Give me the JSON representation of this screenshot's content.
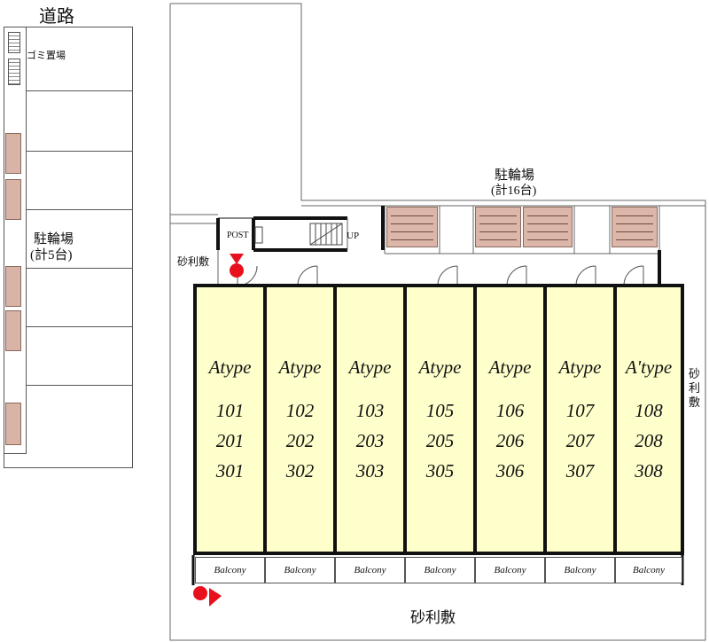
{
  "left_area": {
    "road_label": "道路",
    "garbage_label": "ゴミ置場",
    "bike_parking_label": "駐輪場",
    "bike_parking_count": "(計5台)"
  },
  "upper_area": {
    "bike_parking_label": "駐輪場",
    "bike_parking_count": "(計16台)",
    "post_label": "POST",
    "stairs_label": "UP",
    "gravel_left": "砂利敷",
    "gravel_right": "砂利敷",
    "gravel_bottom": "砂利敷"
  },
  "units": [
    {
      "type": "Atype",
      "rooms": [
        "101",
        "201",
        "301"
      ],
      "balcony": "Balcony"
    },
    {
      "type": "Atype",
      "rooms": [
        "102",
        "202",
        "302"
      ],
      "balcony": "Balcony"
    },
    {
      "type": "Atype",
      "rooms": [
        "103",
        "203",
        "303"
      ],
      "balcony": "Balcony"
    },
    {
      "type": "Atype",
      "rooms": [
        "105",
        "205",
        "305"
      ],
      "balcony": "Balcony"
    },
    {
      "type": "Atype",
      "rooms": [
        "106",
        "206",
        "306"
      ],
      "balcony": "Balcony"
    },
    {
      "type": "Atype",
      "rooms": [
        "107",
        "207",
        "307"
      ],
      "balcony": "Balcony"
    },
    {
      "type": "A'type",
      "rooms": [
        "108",
        "208",
        "308"
      ],
      "balcony": "Balcony"
    }
  ],
  "colors": {
    "unit_fill": "#ffffcc",
    "bike_fill": "#d8b3a6",
    "marker_red": "#e8101c"
  },
  "icons": [
    "camera-icon",
    "bicycle-icon",
    "door-swing-icon",
    "stairs-icon"
  ]
}
